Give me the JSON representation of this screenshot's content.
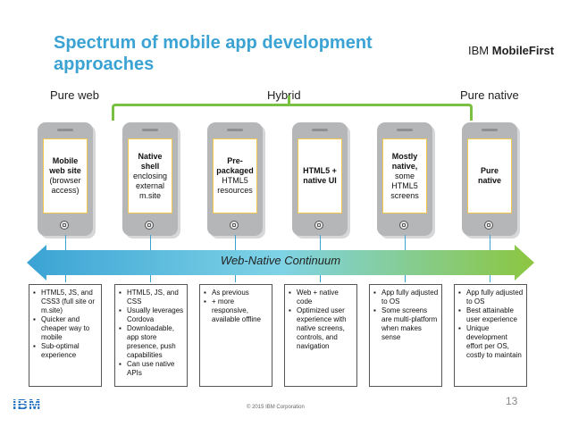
{
  "slide": {
    "title": "Spectrum of mobile app development approaches",
    "brand_left": "IBM",
    "brand_right": "MobileFirst",
    "page_number": "13",
    "copyright": "© 2015 IBM Corporation",
    "logo_text": "IBM"
  },
  "spectrum": {
    "left_label": "Pure web",
    "middle_label": "Hybrid",
    "right_label": "Pure native",
    "continuum_label": "Web-Native Continuum"
  },
  "phones": [
    {
      "line1": "Mobile",
      "line2": "web site",
      "line3": "(browser",
      "line4": "access)"
    },
    {
      "line1": "Native",
      "line2": "shell",
      "line3": "enclosing",
      "line4": "external",
      "line5": "m.site"
    },
    {
      "line1": "Pre-",
      "line2": "packaged",
      "line3": "HTML5",
      "line4": "resources"
    },
    {
      "line1": "HTML5 +",
      "line2": "native UI"
    },
    {
      "line1": "Mostly",
      "line2": "native,",
      "line3": "some",
      "line4": "HTML5",
      "line5": "screens"
    },
    {
      "line1": "Pure",
      "line2": "native"
    }
  ],
  "boxes": [
    {
      "items": [
        "HTML5, JS, and CSS3 (full site or m.site)",
        "Quicker and cheaper way to mobile",
        "Sub-optimal experience"
      ]
    },
    {
      "items": [
        "HTML5, JS, and CSS",
        "Usually leverages Cordova",
        "Downloadable, app store presence, push capabilities",
        "Can use native APIs"
      ]
    },
    {
      "items": [
        "As previous",
        "+ more responsive, available offline"
      ]
    },
    {
      "items": [
        "Web + native code",
        "Optimized user experience with native screens, controls, and navigation"
      ]
    },
    {
      "items": [
        "App fully adjusted to OS",
        "Some screens are multi-platform when makes sense"
      ]
    },
    {
      "items": [
        "App fully adjusted to OS",
        "Best attainable user experience",
        "Unique development effort per OS, costly to maintain"
      ]
    }
  ],
  "colors": {
    "title": "#3aa3d4",
    "hybrid_bracket": "#7ac143",
    "arrow_web": "#3aa3d4",
    "arrow_native": "#8cc63f"
  }
}
